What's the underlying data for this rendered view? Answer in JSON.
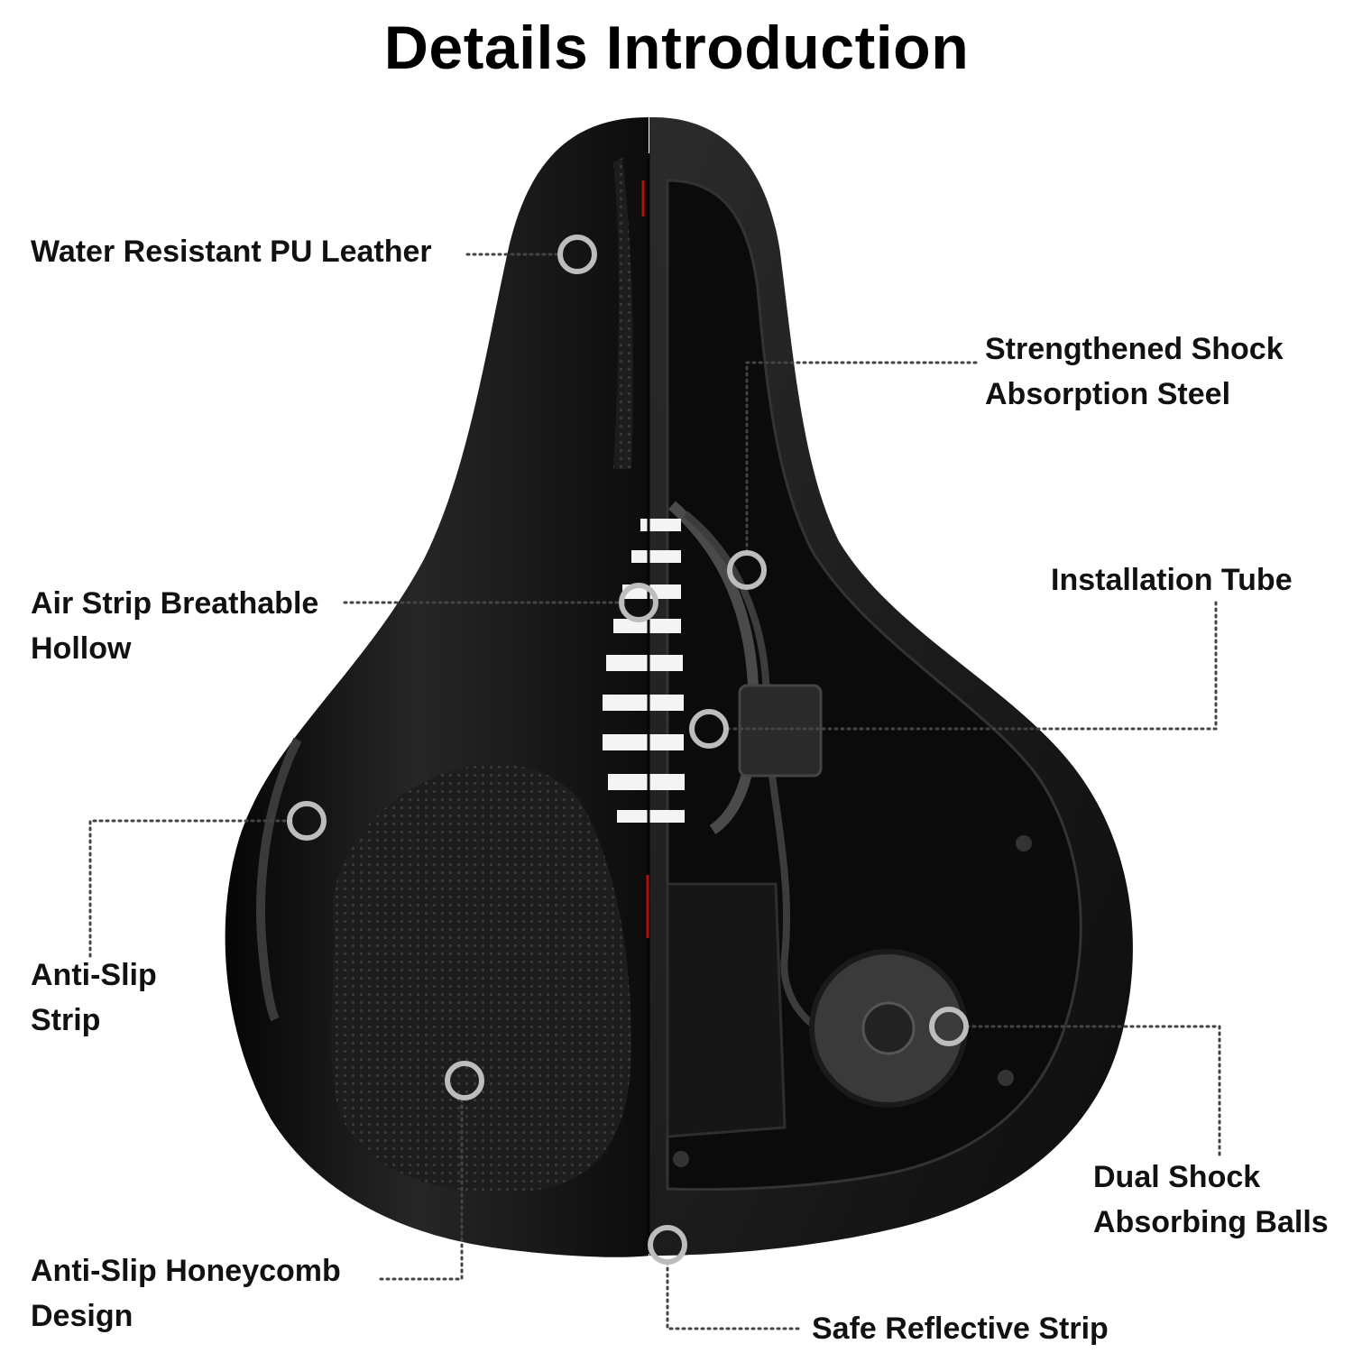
{
  "title": "Details Introduction",
  "callouts": {
    "water_resistant": "Water Resistant PU Leather",
    "strengthened_steel": {
      "line1": "Strengthened Shock",
      "line2": "Absorption Steel"
    },
    "air_strip": {
      "line1": "Air Strip Breathable",
      "line2": "Hollow"
    },
    "installation_tube": "Installation Tube",
    "anti_slip_strip": {
      "line1": "Anti-Slip",
      "line2": "Strip"
    },
    "dual_balls": {
      "line1": "Dual Shock",
      "line2": "Absorbing Balls"
    },
    "honeycomb": {
      "line1": "Anti-Slip Honeycomb",
      "line2": "Design"
    },
    "reflective_strip": "Safe Reflective Strip"
  },
  "colors": {
    "seat_dark": "#141414",
    "seat_mid": "#2a2a2a",
    "marker": "#bdbdbd",
    "leader": "#444444",
    "reflector": "#b01010"
  }
}
